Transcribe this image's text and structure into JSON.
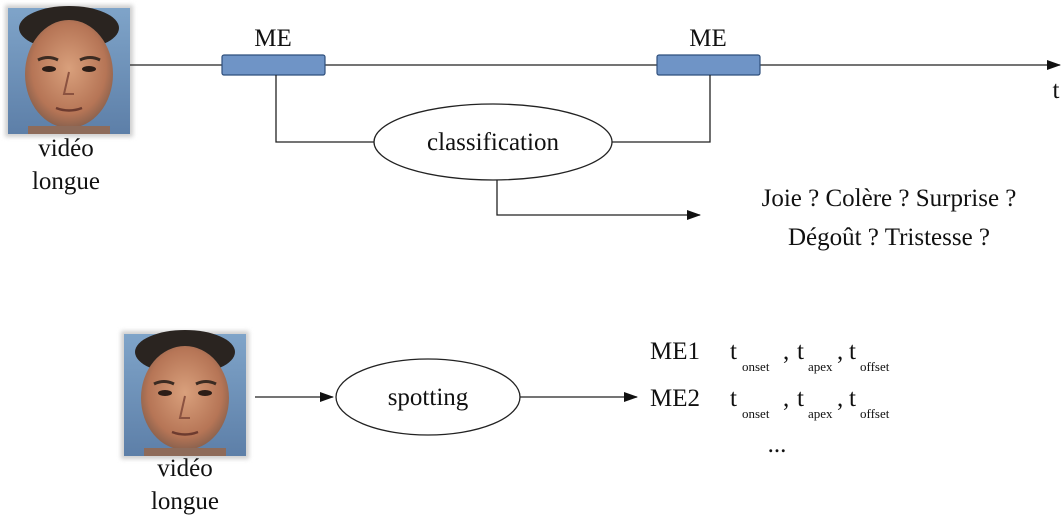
{
  "top": {
    "face_caption": [
      "vidéo",
      "longue"
    ],
    "me_labels": [
      "ME",
      "ME"
    ],
    "axis_label": "t",
    "classification_label": "classification",
    "emotions_line1": "Joie ? Colère ? Surprise ?",
    "emotions_line2": "Dégoût ?  Tristesse ?"
  },
  "bottom": {
    "face_caption": [
      "vidéo",
      "longue"
    ],
    "spotting_label": "spotting",
    "outputs": [
      {
        "name": "ME1",
        "t": "t",
        "onset": "onset",
        "apex": "apex",
        "offset": "offset"
      },
      {
        "name": "ME2",
        "t": "t",
        "onset": "onset",
        "apex": "apex",
        "offset": "offset"
      }
    ],
    "ellipsis": "..."
  },
  "colors": {
    "me_box": "#6f94c6",
    "me_box_border": "#2f4f7c"
  },
  "icons": [
    "face-photo",
    "face-photo"
  ]
}
